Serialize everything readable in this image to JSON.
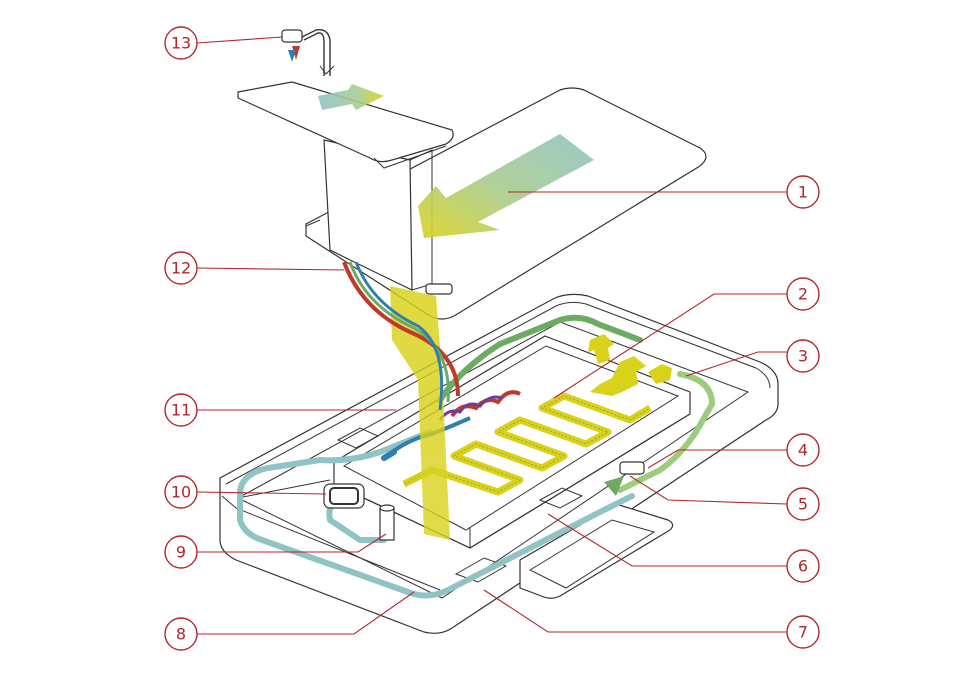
{
  "callouts": [
    {
      "id": "1",
      "label": "1"
    },
    {
      "id": "2",
      "label": "2"
    },
    {
      "id": "3",
      "label": "3"
    },
    {
      "id": "4",
      "label": "4"
    },
    {
      "id": "5",
      "label": "5"
    },
    {
      "id": "6",
      "label": "6"
    },
    {
      "id": "7",
      "label": "7"
    },
    {
      "id": "8",
      "label": "8"
    },
    {
      "id": "9",
      "label": "9"
    },
    {
      "id": "10",
      "label": "10"
    },
    {
      "id": "11",
      "label": "11"
    },
    {
      "id": "12",
      "label": "12"
    },
    {
      "id": "13",
      "label": "13"
    }
  ],
  "colors": {
    "callout": "#b3262d",
    "warm_flow": "#d8d21a",
    "cool_flow": "#8fc3c4",
    "return_flow": "#6dab63",
    "hot_pipe": "#c0392b",
    "cold_pipe": "#2f7fb3",
    "outline": "#333333"
  }
}
